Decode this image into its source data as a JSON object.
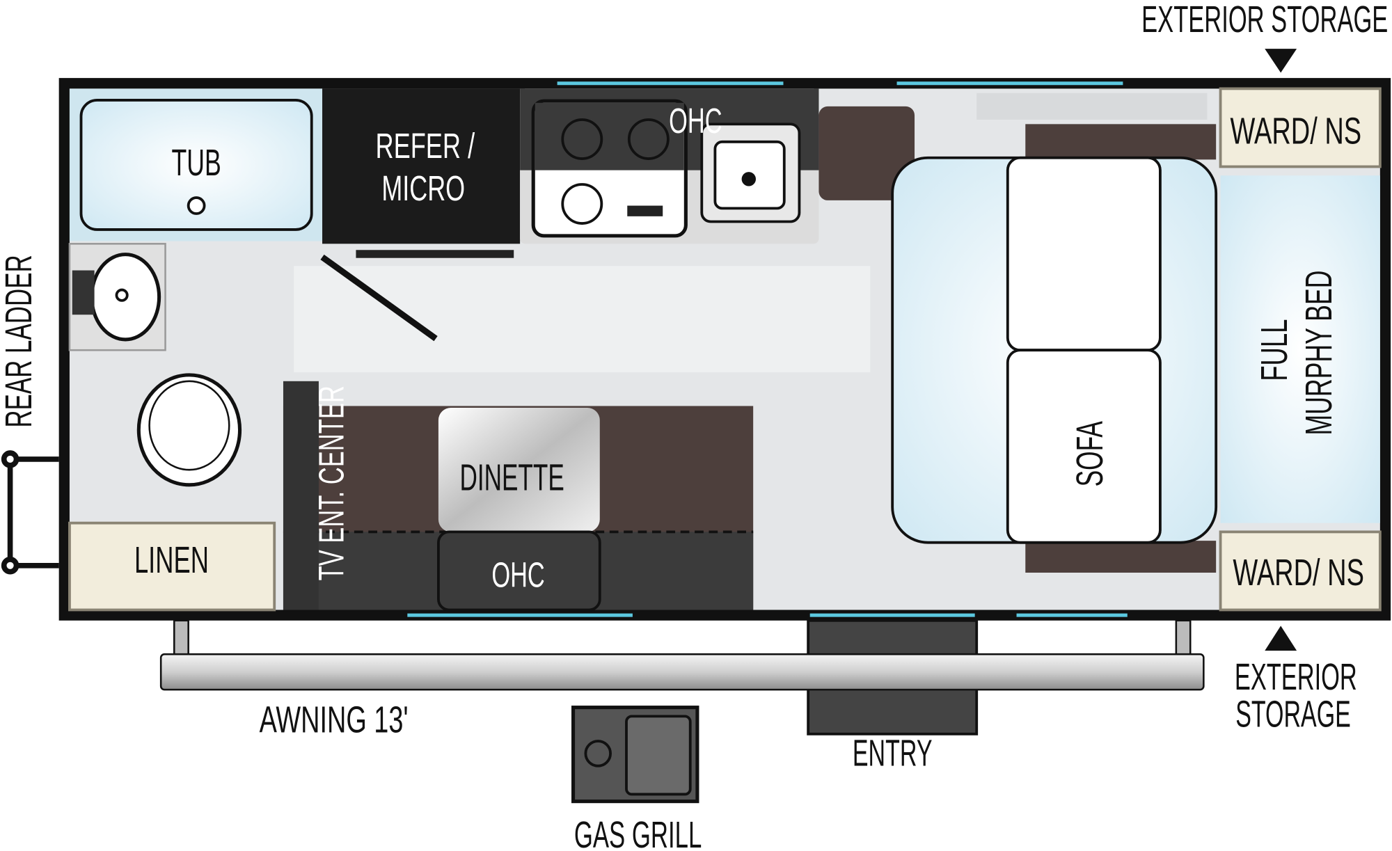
{
  "labels": {
    "exterior_storage_top": "EXTERIOR STORAGE",
    "exterior_storage_bottom_1": "EXTERIOR",
    "exterior_storage_bottom_2": "STORAGE",
    "ward_ns_top": "WARD/ NS",
    "ward_ns_bottom": "WARD/ NS",
    "tub": "TUB",
    "refer_1": "REFER /",
    "refer_2": "MICRO",
    "ohc_kitchen": "OHC",
    "full": "FULL",
    "murphy_bed": "MURPHY BED",
    "sofa": "SOFA",
    "dinette": "DINETTE",
    "ohc_dinette": "OHC",
    "tv_center": "TV ENT. CENTER",
    "linen": "LINEN",
    "rear_ladder": "REAR LADDER",
    "awning": "AWNING 13'",
    "entry": "ENTRY",
    "gas_grill": "GAS GRILL"
  },
  "colors": {
    "wall": "#111111",
    "window": "#5cc8e0",
    "floor": "#e4e6e8",
    "bed_blue": "#dff0f7",
    "cream": "#f2eddc",
    "brown": "#4d3f3c",
    "dark": "#3b3b3b"
  }
}
